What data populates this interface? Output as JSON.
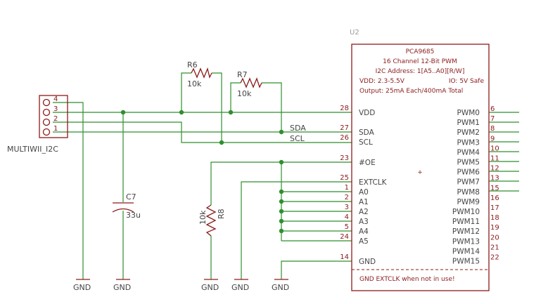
{
  "connector": {
    "name": "MULTIWII_I2C",
    "pins": [
      "4",
      "3",
      "2",
      "1"
    ]
  },
  "capacitor": {
    "ref": "C7",
    "value": "33u"
  },
  "resistors": [
    {
      "ref": "R6",
      "value": "10k"
    },
    {
      "ref": "R7",
      "value": "10k"
    },
    {
      "ref": "R8",
      "value": "10k"
    }
  ],
  "net_labels": {
    "sda": "SDA",
    "scl": "SCL"
  },
  "ground_label": "GND",
  "ic": {
    "ref": "U2",
    "title": "PCA9685",
    "subtitle": "16 Channel 12-Bit PWM",
    "address": "I2C Address: 1[A5..A0][R/W]",
    "vdd_range": "VDD: 2.3-5.5V",
    "io_note": "IO: 5V Safe",
    "output_note": "Output: 25mA Each/400mA Total",
    "footer_note": "GND EXTCLK when not in use!",
    "center_mark": "+",
    "left_pins": [
      {
        "name": "VDD",
        "num": "28"
      },
      {
        "name": "SDA",
        "num": "27"
      },
      {
        "name": "SCL",
        "num": "26"
      },
      {
        "name": "#OE",
        "num": "23"
      },
      {
        "name": "EXTCLK",
        "num": "25"
      },
      {
        "name": "A0",
        "num": "1"
      },
      {
        "name": "A1",
        "num": "2"
      },
      {
        "name": "A2",
        "num": "3"
      },
      {
        "name": "A3",
        "num": "4"
      },
      {
        "name": "A4",
        "num": "5"
      },
      {
        "name": "A5",
        "num": "24"
      },
      {
        "name": "GND",
        "num": "14"
      }
    ],
    "right_pins": [
      {
        "name": "PWM0",
        "num": "6"
      },
      {
        "name": "PWM1",
        "num": "7"
      },
      {
        "name": "PWM2",
        "num": "8"
      },
      {
        "name": "PWM3",
        "num": "9"
      },
      {
        "name": "PWM4",
        "num": "10"
      },
      {
        "name": "PWM5",
        "num": "11"
      },
      {
        "name": "PWM6",
        "num": "12"
      },
      {
        "name": "PWM7",
        "num": "13"
      },
      {
        "name": "PWM8",
        "num": "15"
      },
      {
        "name": "PWM9",
        "num": "16"
      },
      {
        "name": "PWM10",
        "num": "17"
      },
      {
        "name": "PWM11",
        "num": "18"
      },
      {
        "name": "PWM12",
        "num": "19"
      },
      {
        "name": "PWM13",
        "num": "20"
      },
      {
        "name": "PWM14",
        "num": "21"
      },
      {
        "name": "PWM15",
        "num": "22"
      }
    ]
  }
}
